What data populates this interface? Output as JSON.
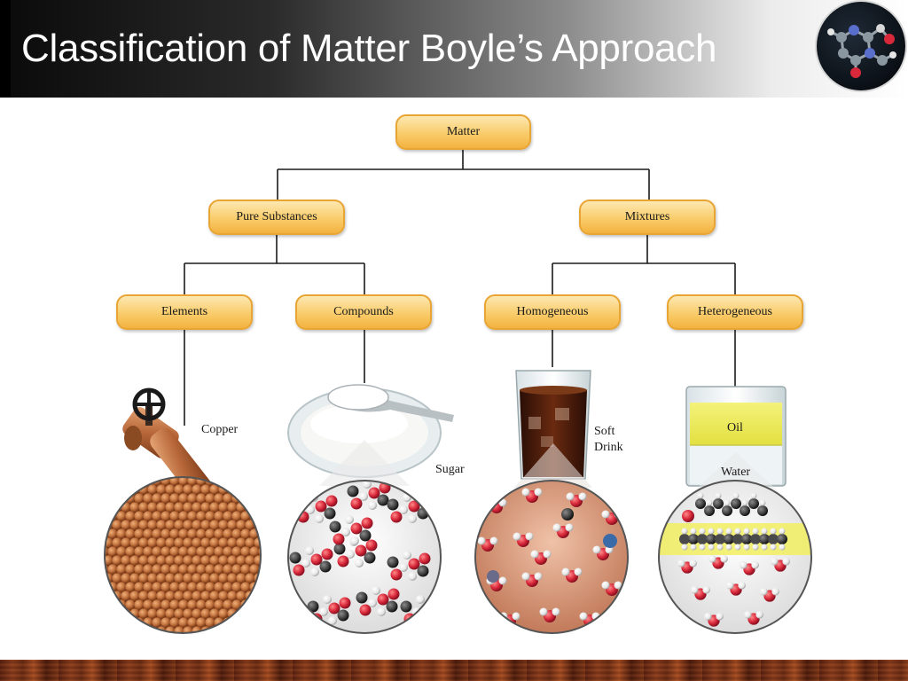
{
  "slide": {
    "title": "Classification of Matter Boyle’s Approach"
  },
  "logo": {
    "icon": "molecule-logo-icon"
  },
  "diagram": {
    "root": "Matter",
    "level1": [
      "Pure Substances",
      "Mixtures"
    ],
    "level2": [
      "Elements",
      "Compounds",
      "Homogeneous",
      "Heterogeneous"
    ]
  },
  "examples": {
    "copper": "Copper",
    "sugar": "Sugar",
    "soft_drink_line1": "Soft",
    "soft_drink_line2": "Drink",
    "oil": "Oil",
    "water": "Water"
  },
  "colors": {
    "node_fill": "#f9cc6a",
    "node_border": "#e9a534",
    "connector": "#1a1a1a",
    "copper": "#c0703c",
    "oxygen": "#d8283a",
    "hydrogen": "#f2f2f2",
    "carbon": "#3a3a3a"
  }
}
